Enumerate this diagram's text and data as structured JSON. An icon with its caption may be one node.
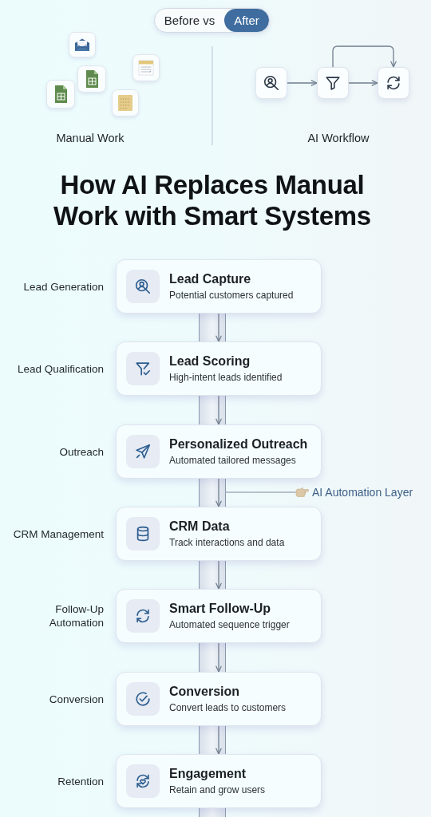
{
  "diagram": {
    "title": "How AI Replaces Manual Work with Smart Systems",
    "nodes": [
      {
        "text": [
          "Before vs",
          "After"
        ]
      },
      {
        "text": [],
        "shape": "box"
      },
      {
        "text": [],
        "shape": "box"
      },
      {
        "text": [],
        "shape": "box"
      },
      {
        "text": [
          "Lead Capture",
          "Potential customers captured"
        ],
        "beside": [
          "Lead Generation"
        ]
      },
      {
        "text": [
          "Lead Scoring",
          "High-intent leads identified"
        ],
        "beside": [
          "Lead Qualification"
        ]
      },
      {
        "text": [
          "Personalized Outreach",
          "Automated tailored messages"
        ],
        "beside": [
          "Outreach"
        ]
      },
      {
        "text": [
          "AI Automation Layer"
        ]
      },
      {
        "text": [
          "CRM Data",
          "Track interactions and data"
        ],
        "beside": [
          "CRM Management"
        ]
      },
      {
        "text": [
          "Smart Follow-Up",
          "Automated sequence trigger"
        ],
        "beside": [
          "Follow-Up Automation"
        ]
      },
      {
        "text": [
          "Conversion",
          "Convert leads to customers"
        ],
        "beside": [
          "Conversion"
        ]
      },
      {
        "text": [
          "Engagement",
          "Retain and grow users"
        ],
        "beside": [
          "Retention"
        ]
      }
    ],
    "edges": [
      {
        "from": 1,
        "to": 2,
        "arrow": "to"
      },
      {
        "from": 2,
        "to": 3,
        "arrow": "to"
      },
      {
        "from": 2,
        "to": 3,
        "arrow": "to"
      },
      {
        "from": 4,
        "to": 5,
        "arrow": "to"
      },
      {
        "from": 5,
        "to": 6,
        "arrow": "to"
      },
      {
        "from": 6,
        "to": 8,
        "arrow": "to"
      },
      {
        "from": 8,
        "to": 9,
        "arrow": "to"
      },
      {
        "from": 9,
        "to": 10,
        "arrow": "to"
      },
      {
        "from": 10,
        "to": 11,
        "arrow": "to"
      },
      {
        "from": 7,
        "to": null,
        "arrow": "none"
      }
    ],
    "labels": [
      "Manual Work",
      "AI Workflow"
    ]
  }
}
